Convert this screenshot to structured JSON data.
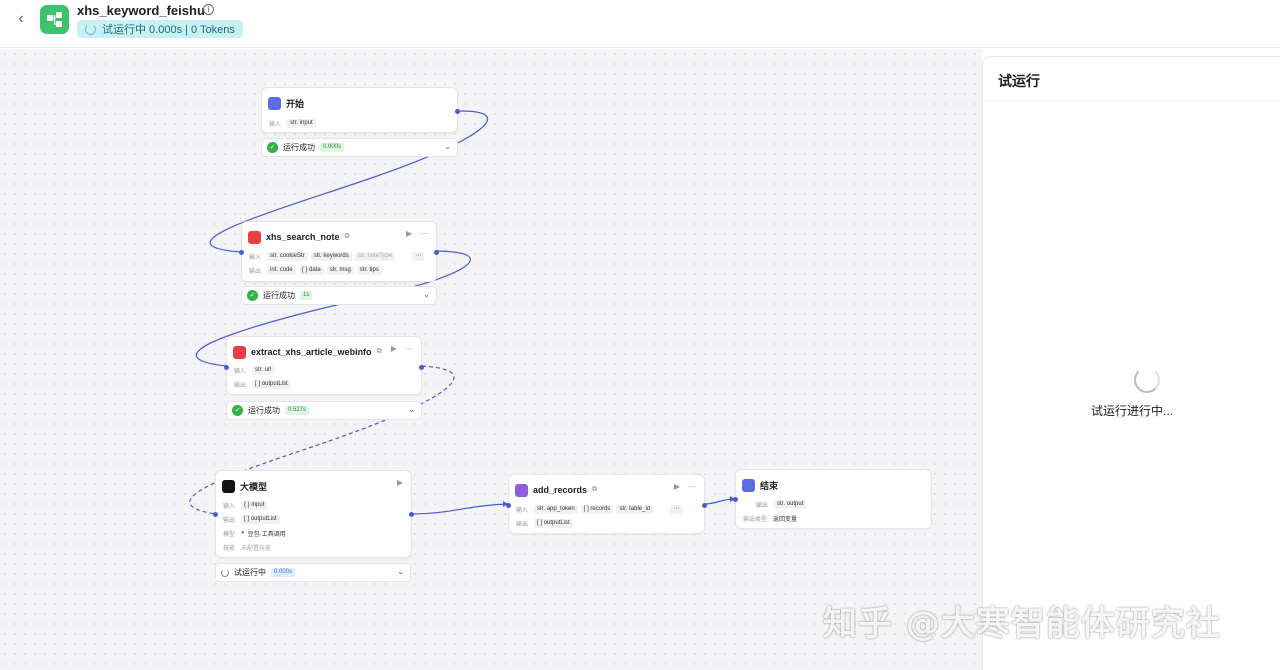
{
  "header": {
    "back_icon": "chevron-left-icon",
    "app_icon": "workflow-icon",
    "title": "xhs_keyword_feishu",
    "status": "试运行中 0.000s | 0 Tokens"
  },
  "nodes": {
    "start": {
      "title": "开始",
      "input_label": "输入",
      "input_type": "str.",
      "input_name": "input",
      "status": "运行成功",
      "time": "0.000s"
    },
    "search": {
      "title": "xhs_search_note",
      "input_label": "输入",
      "inputs": [
        {
          "type": "str.",
          "name": "cookieStr"
        },
        {
          "type": "str.",
          "name": "keywords"
        },
        {
          "type": "str.",
          "name": "noteType"
        }
      ],
      "output_label": "输出",
      "outputs": [
        {
          "type": "int.",
          "name": "code"
        },
        {
          "type": "{ }",
          "name": "data"
        },
        {
          "type": "str.",
          "name": "msg"
        },
        {
          "type": "str.",
          "name": "tips"
        }
      ],
      "status": "运行成功",
      "time": "1s"
    },
    "extract": {
      "title": "extract_xhs_article_webinfo",
      "input_label": "输入",
      "input_type": "str.",
      "input_name": "url",
      "output_label": "输出",
      "output_type": "[ ]",
      "output_name": "outputList",
      "status": "运行成功",
      "time": "0.527s"
    },
    "llm": {
      "title": "大模型",
      "input_label": "输入",
      "input_type": "{ }",
      "input_name": "input",
      "output_label": "输出",
      "output_type": "[ ]",
      "output_name": "outputList",
      "model_label": "模型",
      "model_value": "豆包·工具调用",
      "skill_label": "技能",
      "skill_value": "未配置技能",
      "status": "试运行中",
      "time": "0.000s"
    },
    "records": {
      "title": "add_records",
      "input_label": "输入",
      "inputs": [
        {
          "type": "str.",
          "name": "app_token"
        },
        {
          "type": "[ ]",
          "name": "records"
        },
        {
          "type": "str.",
          "name": "table_id"
        }
      ],
      "output_label": "输出",
      "output_type": "[ ]",
      "output_name": "outputList"
    },
    "end": {
      "title": "结束",
      "output_label": "输出",
      "output_type": "str.",
      "output_name": "output",
      "output_kind_label": "输出类型",
      "output_kind_value": "返回变量"
    }
  },
  "panel": {
    "title": "试运行",
    "running_text": "试运行进行中..."
  },
  "watermark": "知乎 @大寒智能体研究社",
  "colors": {
    "edge": "#4a5ccf",
    "success": "#2fb344",
    "app_icon": "#3ec26b",
    "status_pill": "#c9f1f4"
  }
}
